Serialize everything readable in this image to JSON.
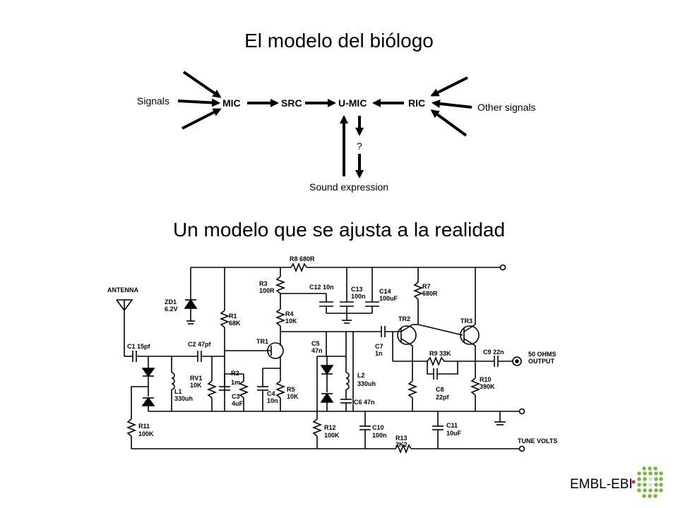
{
  "slide": {
    "title_top": "El modelo del biólogo",
    "title_bottom": "Un modelo que se ajusta a la realidad",
    "logo_text": "EMBL-EBI"
  },
  "bio_model": {
    "signals_label": "Signals",
    "other_signals_label": "Other signals",
    "nodes": [
      "MIC",
      "SRC",
      "U-MIC",
      "RIC"
    ],
    "question": "?",
    "sound_label": "Sound expression"
  },
  "circuit": {
    "labels": [
      "ANTENNA",
      "ZD1",
      "6.2V",
      "R3",
      "100R",
      "R8 680R",
      "C12 10n",
      "C13",
      "100n",
      "C14",
      "100uF",
      "R7",
      "680R",
      "R1",
      "68K",
      "R4",
      "10K",
      "TR1",
      "C1 15pf",
      "C2 47pf",
      "C5",
      "47n",
      "C7",
      "1n",
      "TR2",
      "TR3",
      "R9 33K",
      "C9 22n",
      "50 OHMS",
      "OUTPUT",
      "RV1",
      "10K",
      "R2",
      "1m",
      "L1",
      "330uh",
      "C3",
      "4uF",
      "C4",
      "10n",
      "R5",
      "10K",
      "L2",
      "330uh",
      "C6 47n",
      "C8",
      "22pf",
      "R10",
      "390K",
      "R11",
      "100K",
      "R12",
      "100K",
      "C10",
      "100n",
      "R13",
      "2K2",
      "C11",
      "10uF",
      "TUNE VOLTS"
    ]
  }
}
